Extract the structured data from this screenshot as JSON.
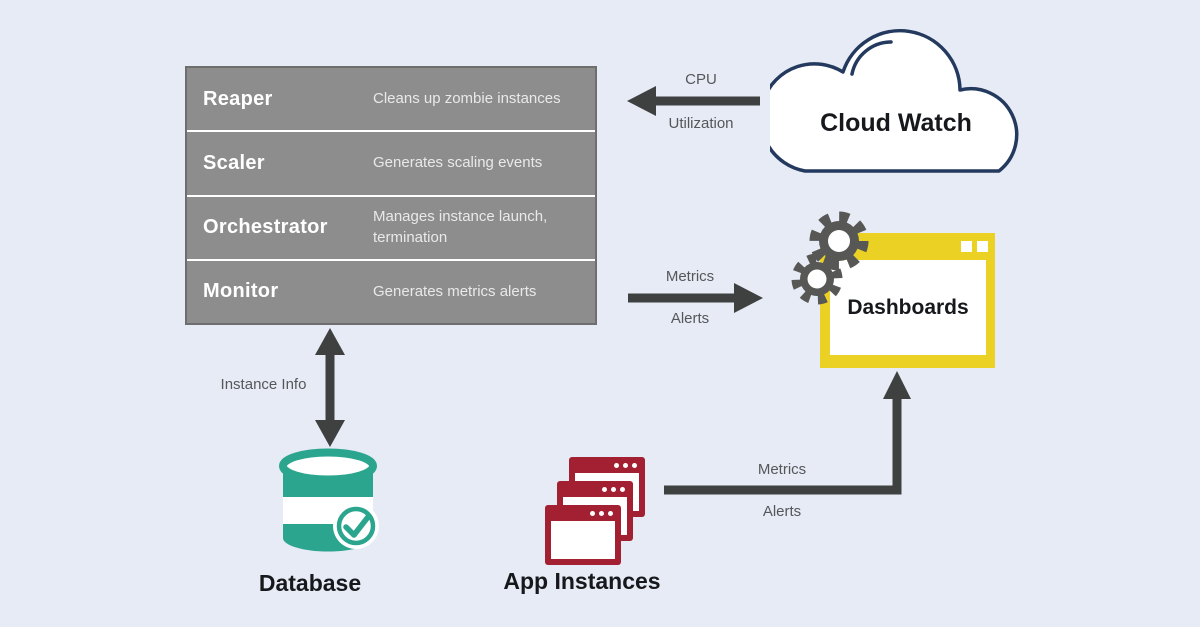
{
  "colors": {
    "background": "#e7ebf5",
    "panel_gray": "#8d8d8d",
    "panel_border": "#6e6e6e",
    "arrow": "#3f4040",
    "label_gray": "#56575a",
    "cloud_outline": "#24395e",
    "dashboard_yellow": "#ecd125",
    "app_red": "#a32032",
    "database_teal": "#2ba58e",
    "gear_gray": "#575756",
    "ink": "#17181c"
  },
  "modules_panel": {
    "rows": [
      {
        "name": "Reaper",
        "description": "Cleans up zombie instances"
      },
      {
        "name": "Scaler",
        "description": "Generates scaling events"
      },
      {
        "name": "Orchestrator",
        "description": "Manages instance launch, termination"
      },
      {
        "name": "Monitor",
        "description": "Generates metrics alerts"
      }
    ]
  },
  "nodes": {
    "cloud_watch": {
      "label": "Cloud Watch"
    },
    "dashboards": {
      "label": "Dashboards"
    },
    "database": {
      "label": "Database"
    },
    "app_instances": {
      "label": "App Instances"
    }
  },
  "edges": {
    "cloudwatch_to_modules": {
      "line1": "CPU",
      "line2": "Utilization"
    },
    "modules_to_dashboards": {
      "line1": "Metrics",
      "line2": "Alerts"
    },
    "modules_to_database": {
      "label": "Instance Info"
    },
    "apps_to_dashboards": {
      "line1": "Metrics",
      "line2": "Alerts"
    }
  }
}
